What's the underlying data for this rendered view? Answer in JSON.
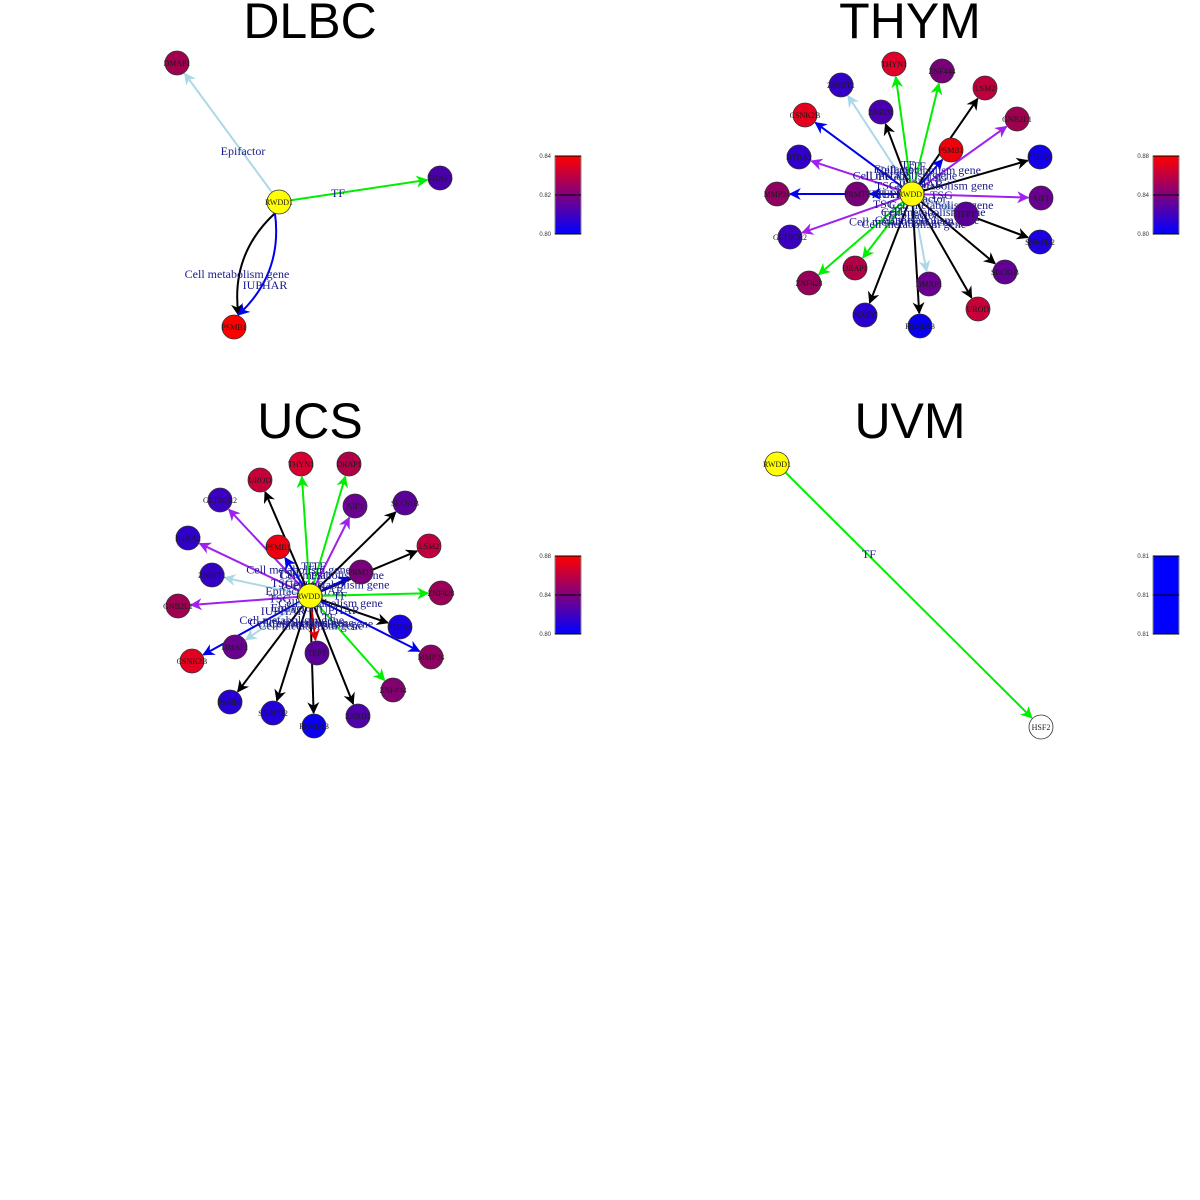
{
  "figure": {
    "center_gene": "RWDD1",
    "edge_types": {
      "TF": "#00ee00",
      "Epifactor": "#add8e6",
      "Cell metabolism gene": "#000000",
      "IUPHAR": "#0000ee",
      "TSG": "#a020f0",
      "Other": "#dd0000"
    },
    "center_color": "#ffff00",
    "gradient_low": "#0000ff",
    "gradient_high": "#ff0000"
  },
  "panels": [
    {
      "title": "DLBC",
      "legend": {
        "ticks": [
          "0.84",
          "0.82",
          "0.80"
        ]
      },
      "nodes": [
        {
          "name": "RWDD1",
          "color": "#ffff00"
        },
        {
          "name": "DMAP1",
          "color": "#a0004d"
        },
        {
          "name": "THAP5",
          "color": "#4a00a8"
        },
        {
          "name": "PSMB1",
          "color": "#ff0000"
        }
      ],
      "edges": [
        {
          "target": "DMAP1",
          "type": "Epifactor"
        },
        {
          "target": "THAP5",
          "type": "TF"
        },
        {
          "target": "PSMB1",
          "type": "Cell metabolism gene"
        },
        {
          "target": "PSMB1",
          "type": "IUPHAR"
        }
      ]
    },
    {
      "title": "THYM",
      "legend": {
        "ticks": [
          "0.88",
          "0.84",
          "0.80"
        ]
      },
      "nodes": [
        {
          "name": "RWDD1",
          "color": "#ffff00"
        },
        {
          "name": "THYN1",
          "color": "#e0002a"
        },
        {
          "name": "ZNF444",
          "color": "#780078"
        },
        {
          "name": "LSM2",
          "color": "#c0003c"
        },
        {
          "name": "GNB2L1",
          "color": "#a00050"
        },
        {
          "name": "PFDN6",
          "color": "#1400e8"
        },
        {
          "name": "AIF1",
          "color": "#6a0090"
        },
        {
          "name": "SNRPD2",
          "color": "#1e00e0"
        },
        {
          "name": "SEC61B",
          "color": "#620096"
        },
        {
          "name": "UROD",
          "color": "#c8003a"
        },
        {
          "name": "PSMD13",
          "color": "#0a00f0"
        },
        {
          "name": "DMAP1",
          "color": "#6a0090"
        },
        {
          "name": "PSMB7",
          "color": "#2a00d0"
        },
        {
          "name": "ZNF428",
          "color": "#960058"
        },
        {
          "name": "DRAP1",
          "color": "#b00046"
        },
        {
          "name": "GLTSCR2",
          "color": "#3c00c0"
        },
        {
          "name": "MMP24",
          "color": "#900060"
        },
        {
          "name": "PRMT7",
          "color": "#780078"
        },
        {
          "name": "HTRA2",
          "color": "#3000ca"
        },
        {
          "name": "CSNK2B",
          "color": "#e6001e"
        },
        {
          "name": "ZNHIT1",
          "color": "#3400c6"
        },
        {
          "name": "ZNRD1",
          "color": "#4a00b0"
        },
        {
          "name": "PSMB1",
          "color": "#f0000c"
        },
        {
          "name": "TFPT",
          "color": "#580098"
        }
      ],
      "edges": [
        {
          "target": "THYN1",
          "type": "TF"
        },
        {
          "target": "ZNF444",
          "type": "TF"
        },
        {
          "target": "LSM2",
          "type": "Cell metabolism gene"
        },
        {
          "target": "GNB2L1",
          "type": "TSG"
        },
        {
          "target": "PFDN6",
          "type": "Cell metabolism gene"
        },
        {
          "target": "AIF1",
          "type": "TSG"
        },
        {
          "target": "SNRPD2",
          "type": "Cell metabolism gene"
        },
        {
          "target": "SEC61B",
          "type": "Cell metabolism gene"
        },
        {
          "target": "UROD",
          "type": "Cell metabolism gene"
        },
        {
          "target": "PSMD13",
          "type": "Cell metabolism gene"
        },
        {
          "target": "DMAP1",
          "type": "Epifactor"
        },
        {
          "target": "PSMB7",
          "type": "Cell metabolism gene"
        },
        {
          "target": "ZNF428",
          "type": "TF"
        },
        {
          "target": "DRAP1",
          "type": "TF"
        },
        {
          "target": "GLTSCR2",
          "type": "TSG"
        },
        {
          "target": "MMP24",
          "type": "IUPHAR"
        },
        {
          "target": "PRMT7",
          "type": "IUPHAR"
        },
        {
          "target": "HTRA2",
          "type": "TSG"
        },
        {
          "target": "CSNK2B",
          "type": "IUPHAR"
        },
        {
          "target": "ZNHIT1",
          "type": "Epifactor"
        },
        {
          "target": "ZNRD1",
          "type": "Cell metabolism gene"
        },
        {
          "target": "PSMB1",
          "type": "IUPHAR"
        },
        {
          "target": "TFPT",
          "type": "Epifactor"
        }
      ]
    },
    {
      "title": "UCS",
      "legend": {
        "ticks": [
          "0.88",
          "0.84",
          "0.80"
        ]
      },
      "nodes": [
        {
          "name": "RWDD1",
          "color": "#ffff00"
        },
        {
          "name": "THYN1",
          "color": "#d80030"
        },
        {
          "name": "DRAP1",
          "color": "#b00048"
        },
        {
          "name": "AIF1",
          "color": "#680092"
        },
        {
          "name": "SEC61B",
          "color": "#5c009a"
        },
        {
          "name": "LSM2",
          "color": "#c0003e"
        },
        {
          "name": "ZNF428",
          "color": "#9a0058"
        },
        {
          "name": "PFDN6",
          "color": "#1a00e4"
        },
        {
          "name": "MMP24",
          "color": "#900060"
        },
        {
          "name": "ZNF444",
          "color": "#820070"
        },
        {
          "name": "ZNRD1",
          "color": "#4e00aa"
        },
        {
          "name": "PSMD13",
          "color": "#0a00f2"
        },
        {
          "name": "SNRPD2",
          "color": "#2200d8"
        },
        {
          "name": "PSMB7",
          "color": "#2800d2"
        },
        {
          "name": "CSNK2B",
          "color": "#e40020"
        },
        {
          "name": "DMAP1",
          "color": "#6a0090"
        },
        {
          "name": "GNB2L1",
          "color": "#a00050"
        },
        {
          "name": "ZNHIT1",
          "color": "#3400c6"
        },
        {
          "name": "HTRA2",
          "color": "#3000ca"
        },
        {
          "name": "GLTSCR2",
          "color": "#3c00c0"
        },
        {
          "name": "UROD",
          "color": "#c8003a"
        },
        {
          "name": "PSMB1",
          "color": "#ee0010"
        },
        {
          "name": "PRMT7",
          "color": "#780078"
        },
        {
          "name": "TFPT",
          "color": "#580098"
        }
      ],
      "edges": [
        {
          "target": "THYN1",
          "type": "TF"
        },
        {
          "target": "DRAP1",
          "type": "TF"
        },
        {
          "target": "AIF1",
          "type": "TSG"
        },
        {
          "target": "SEC61B",
          "type": "Cell metabolism gene"
        },
        {
          "target": "LSM2",
          "type": "Cell metabolism gene"
        },
        {
          "target": "ZNF428",
          "type": "TF"
        },
        {
          "target": "PFDN6",
          "type": "Cell metabolism gene"
        },
        {
          "target": "MMP24",
          "type": "IUPHAR"
        },
        {
          "target": "ZNF444",
          "type": "TF"
        },
        {
          "target": "ZNRD1",
          "type": "Cell metabolism gene"
        },
        {
          "target": "PSMD13",
          "type": "Cell metabolism gene"
        },
        {
          "target": "SNRPD2",
          "type": "Cell metabolism gene"
        },
        {
          "target": "PSMB7",
          "type": "Cell metabolism gene"
        },
        {
          "target": "CSNK2B",
          "type": "IUPHAR"
        },
        {
          "target": "DMAP1",
          "type": "Epifactor"
        },
        {
          "target": "GNB2L1",
          "type": "TSG"
        },
        {
          "target": "ZNHIT1",
          "type": "Epifactor"
        },
        {
          "target": "HTRA2",
          "type": "TSG"
        },
        {
          "target": "GLTSCR2",
          "type": "TSG"
        },
        {
          "target": "UROD",
          "type": "Cell metabolism gene"
        },
        {
          "target": "PSMB1",
          "type": "IUPHAR"
        },
        {
          "target": "PRMT7",
          "type": "IUPHAR"
        },
        {
          "target": "TFPT",
          "type": "Other"
        }
      ]
    },
    {
      "title": "UVM",
      "legend": {
        "ticks": [
          "0.81",
          "0.81",
          "0.81"
        ]
      },
      "nodes": [
        {
          "name": "RWDD1",
          "color": "#ffff00"
        },
        {
          "name": "HSF2",
          "color": "#ffffff"
        }
      ],
      "edges": [
        {
          "target": "HSF2",
          "type": "TF"
        }
      ]
    }
  ]
}
